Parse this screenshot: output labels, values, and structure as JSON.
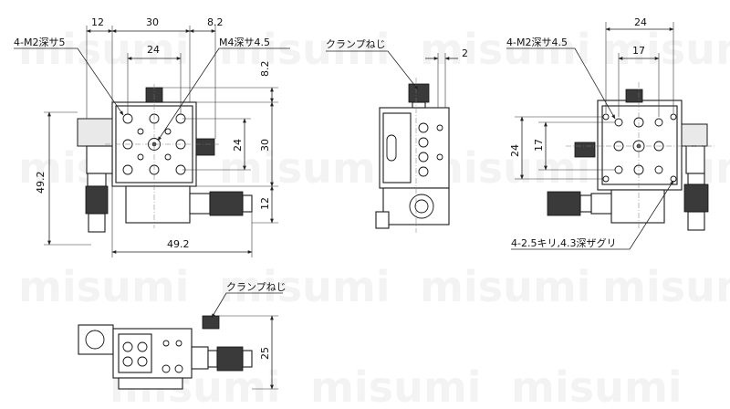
{
  "watermark": "misumi",
  "top_view": {
    "dims": {
      "top_left_width": "12",
      "top_center_width": "30",
      "top_right_width": "8.2",
      "inner_width": "24",
      "right_v_top": "8.2",
      "right_v_inner": "24",
      "right_v_outer": "30",
      "right_v_bottom": "12",
      "left_height": "49.2",
      "bottom_width": "49.2"
    },
    "callouts": {
      "mount_taps": "4-M2深サ5",
      "center_tap": "M4深サ4.5"
    }
  },
  "side_view": {
    "callout": "クランプねじ",
    "dim_width": "2"
  },
  "bottom_view": {
    "callout_taps": "4-M2深サ4.5",
    "dim_outer_w": "24",
    "dim_inner_w": "17",
    "dim_outer_h": "24",
    "dim_inner_h": "17",
    "callout_holes": "4-2.5キリ,4.3深ザグリ"
  },
  "front_view": {
    "callout": "クランプねじ",
    "dim_height": "25"
  }
}
